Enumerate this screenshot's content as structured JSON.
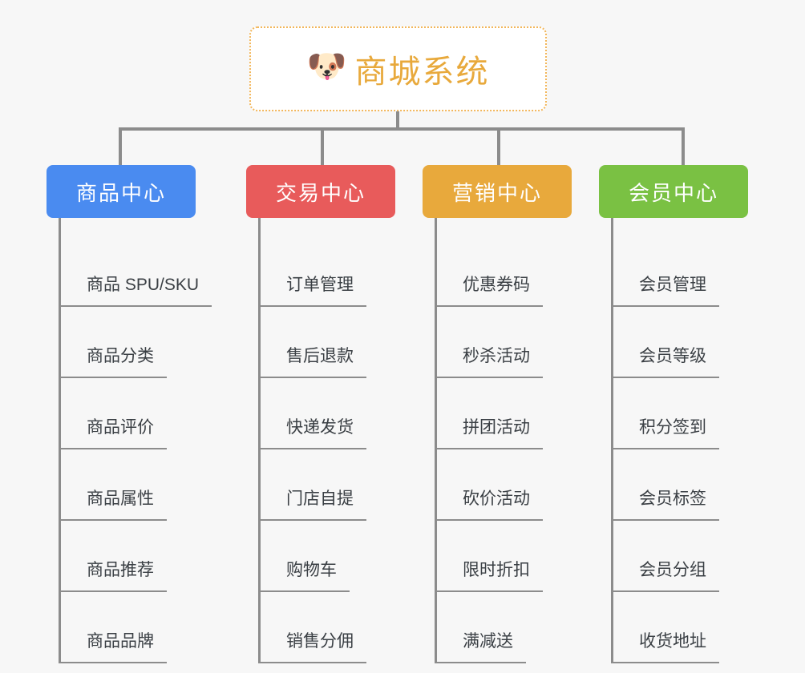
{
  "root": {
    "icon": "dog-face-icon",
    "icon_glyph": "🐶",
    "title": "商城系统",
    "title_color": "#e8a93c",
    "border_color": "#f2b65a",
    "background": "#ffffff"
  },
  "canvas": {
    "background": "#f7f7f7",
    "line_color": "#8c8c8c"
  },
  "branches": [
    {
      "id": "product-center",
      "label": "商品中心",
      "color": "#4a8bf0",
      "items": [
        "商品 SPU/SKU",
        "商品分类",
        "商品评价",
        "商品属性",
        "商品推荐",
        "商品品牌"
      ]
    },
    {
      "id": "trade-center",
      "label": "交易中心",
      "color": "#e85b5b",
      "items": [
        "订单管理",
        "售后退款",
        "快递发货",
        "门店自提",
        "购物车",
        "销售分佣"
      ]
    },
    {
      "id": "marketing-center",
      "label": "营销中心",
      "color": "#e8a93c",
      "items": [
        "优惠券码",
        "秒杀活动",
        "拼团活动",
        "砍价活动",
        "限时折扣",
        "满减送"
      ]
    },
    {
      "id": "member-center",
      "label": "会员中心",
      "color": "#7ac143",
      "items": [
        "会员管理",
        "会员等级",
        "积分签到",
        "会员标签",
        "会员分组",
        "收货地址"
      ]
    }
  ]
}
